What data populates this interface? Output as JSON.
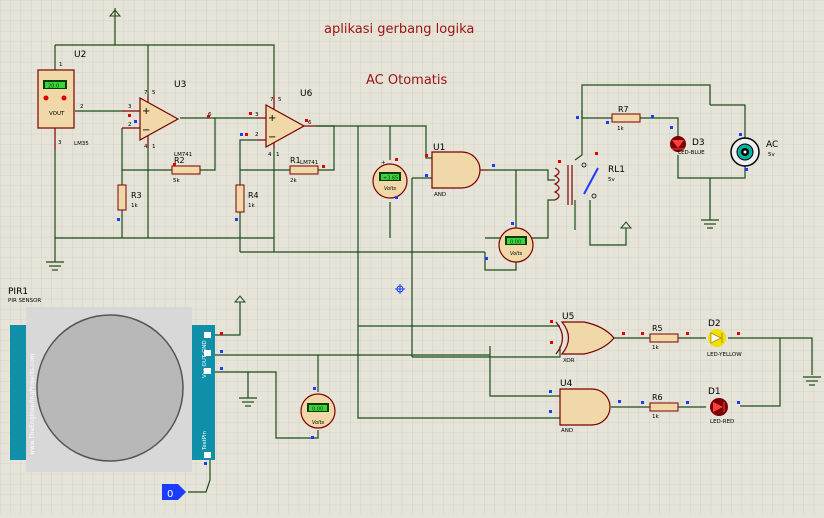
{
  "header": {
    "title1": "aplikasi gerbang logika",
    "title2": "AC Otomatis"
  },
  "components": {
    "u2": {
      "ref": "U2",
      "part": "LM35",
      "reading": "20.0",
      "pin_vout": "VOUT",
      "pin1": "1",
      "pin2": "2",
      "pin3": "3"
    },
    "u3": {
      "ref": "U3",
      "part": "LM741",
      "plus": "+",
      "minus": "−",
      "pin2": "2",
      "pin3": "3",
      "pin6": "6",
      "pin7": "7",
      "pin4": "4",
      "pin1": "1",
      "pin5": "5"
    },
    "u6": {
      "ref": "U6",
      "part": "LM741",
      "plus": "+",
      "minus": "−",
      "pin2": "2",
      "pin3": "3",
      "pin6": "6",
      "pin7": "7",
      "pin4": "4",
      "pin1": "1",
      "pin5": "5"
    },
    "r2": {
      "ref": "R2",
      "value": "5k"
    },
    "r1": {
      "ref": "R1",
      "value": "2k"
    },
    "r3": {
      "ref": "R3",
      "value": "1k"
    },
    "r4": {
      "ref": "R4",
      "value": "1k"
    },
    "r7": {
      "ref": "R7",
      "value": "1k"
    },
    "r5": {
      "ref": "R5",
      "value": "1k"
    },
    "r6": {
      "ref": "R6",
      "value": "1k"
    },
    "u1": {
      "ref": "U1",
      "part": "AND"
    },
    "u5": {
      "ref": "U5",
      "part": "XOR"
    },
    "u4": {
      "ref": "U4",
      "part": "AND"
    },
    "rl1": {
      "ref": "RL1",
      "value": "5v"
    },
    "d3": {
      "ref": "D3",
      "part": "LED-BLUE"
    },
    "d2": {
      "ref": "D2",
      "part": "LED-YELLOW"
    },
    "d1": {
      "ref": "D1",
      "part": "LED-RED"
    },
    "ac": {
      "ref": "AC",
      "value": "5v"
    },
    "pir": {
      "ref": "PIR1",
      "part": "PIR SENSOR",
      "side_text": "www.TheEngineeringProjects.com",
      "pins": "Vcc OUT GND",
      "testpin": "TestPin"
    },
    "vm1": {
      "reading": "+3.65",
      "unit": "Volts"
    },
    "vm2": {
      "reading": "0.00",
      "unit": "Volts"
    },
    "vm3": {
      "reading": "0.00",
      "unit": "Volts"
    },
    "logic": {
      "value": "0"
    }
  },
  "colors": {
    "background": "#e6e3d8",
    "wire": "#1a4d1a",
    "body": "#7a0000",
    "pin_high": "#e00000",
    "pin_low": "#1a3cff",
    "title_text": "#9b1414",
    "led_yellow": "#f0e000",
    "led_red": "#c00000"
  }
}
